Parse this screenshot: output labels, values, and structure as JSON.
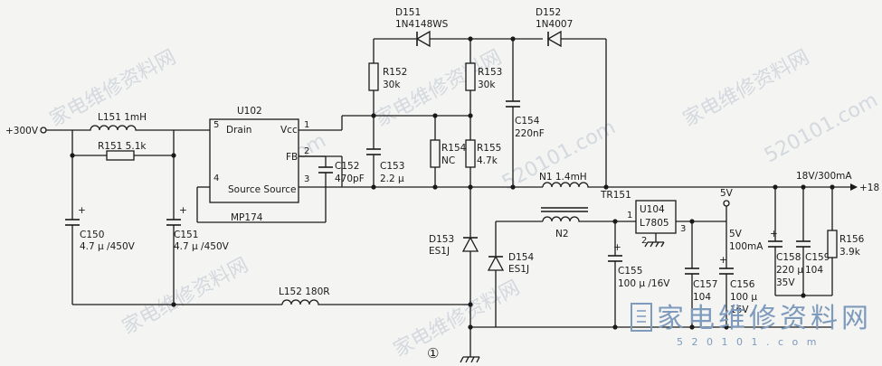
{
  "input": {
    "label": "+300V"
  },
  "output": {
    "label": "18V/300mA",
    "arrow_label": "+18"
  },
  "ic_u102": {
    "ref": "U102",
    "part": "MP174",
    "pin_drain": "Drain",
    "pin_vcc": "Vcc",
    "pin_fb": "FB",
    "pin_source": "Source Source",
    "pins": [
      "5",
      "1",
      "2",
      "3",
      "4"
    ]
  },
  "ic_u104": {
    "ref": "U104",
    "part": "L7805",
    "pins": [
      "1",
      "2",
      "3"
    ]
  },
  "rail_5v": {
    "label": "5V",
    "current": "5V\n100mA",
    "current_line1": "5V",
    "current_line2": "100mA"
  },
  "transformer": {
    "ref": "TR151",
    "primary": "N1 1.4mH",
    "secondary": "N2"
  },
  "components": {
    "L151": "L151  1mH",
    "R151": "R151  5.1k",
    "C150_ref": "C150",
    "C150_val": "4.7 μ /450V",
    "C151_ref": "C151",
    "C151_val": "4.7 μ /450V",
    "L152": "L152  180R",
    "D151_ref": "D151",
    "D151_part": "1N4148WS",
    "D152_ref": "D152",
    "D152_part": "1N4007",
    "R152_ref": "R152",
    "R152_val": "30k",
    "R153_ref": "R153",
    "R153_val": "30k",
    "C154_ref": "C154",
    "C154_val": "220nF",
    "R154_ref": "R154",
    "R154_val": "NC",
    "R155_ref": "R155",
    "R155_val": "4.7k",
    "C152_ref": "C152",
    "C152_val": "470pF",
    "C153_ref": "C153",
    "C153_val": "2.2 μ",
    "D153_ref": "D153",
    "D153_part": "ES1J",
    "D154_ref": "D154",
    "D154_part": "ES1J",
    "C155_ref": "C155",
    "C155_val": "100 μ /16V",
    "C157_ref": "C157",
    "C157_val": "104",
    "C156_ref": "C156",
    "C156_val1": "100 μ",
    "C156_val2": "16V",
    "C158_ref": "C158",
    "C158_val1": "220 μ",
    "C158_val2": "35V",
    "C159_ref": "C159",
    "C159_val": "104",
    "R156_ref": "R156",
    "R156_val": "3.9k"
  },
  "figure_number": "①",
  "watermarks": {
    "cn": "家电维修资料网",
    "url": "520101.com"
  },
  "brand": {
    "name": "家电维修资料网",
    "url": "5 2 0 1 0 1 . c o m"
  }
}
